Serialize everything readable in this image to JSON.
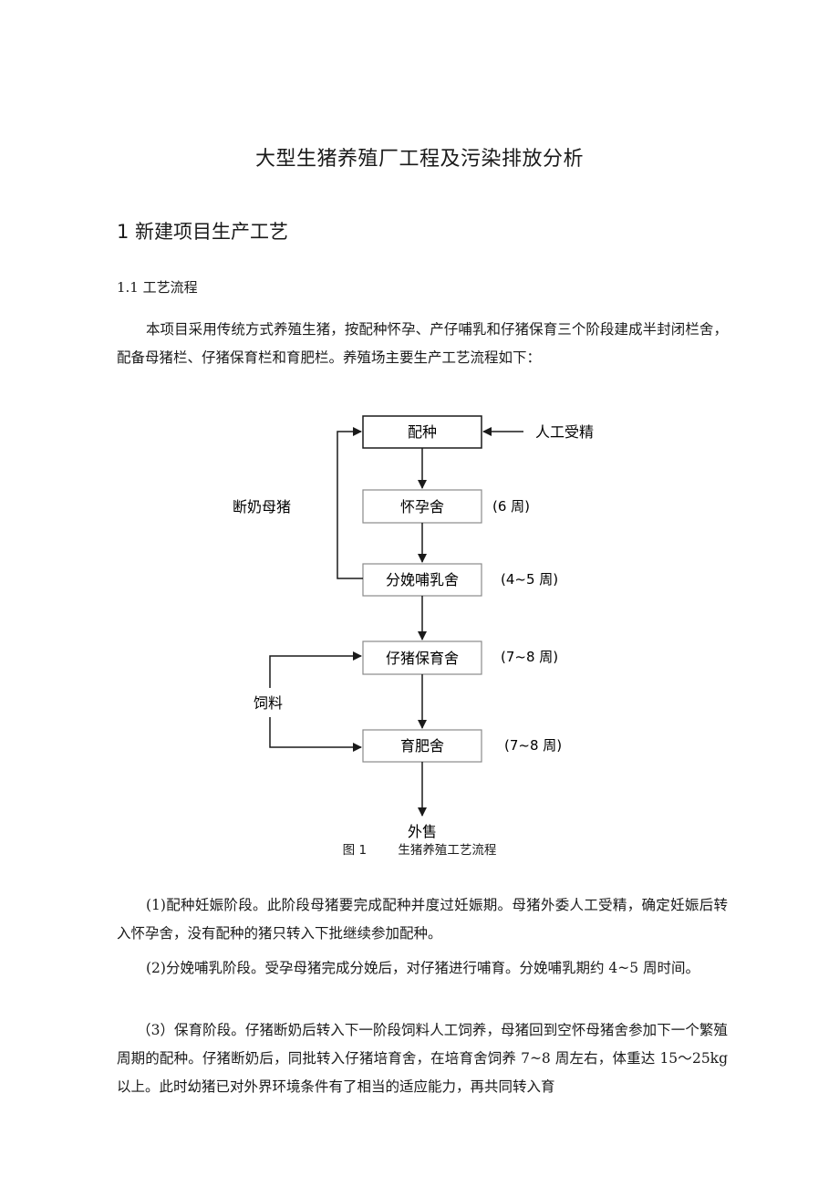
{
  "doc": {
    "title": "大型生猪养殖厂工程及污染排放分析",
    "h1": "1 新建项目生产工艺",
    "h2": "1.1 工艺流程",
    "intro": "本项目采用传统方式养殖生猪，按配种怀孕、产仔哺乳和仔猪保育三个阶段建成半封闭栏舍，配备母猪栏、仔猪保育栏和育肥栏。养殖场主要生产工艺流程如下：",
    "figure": {
      "boxes": [
        "配种",
        "怀孕舍",
        "分娩哺乳舍",
        "仔猪保育舍",
        "育肥舍"
      ],
      "durations": [
        "(6 周)",
        "(4~5 周)",
        "(7~8 周)",
        "(7~8 周)"
      ],
      "input_label": "人工受精",
      "loop_label": "断奶母猪",
      "feed_label": "饲料",
      "output_label": "外售",
      "caption_num": "图 1",
      "caption_text": "生猪养殖工艺流程"
    },
    "p1": "(1)配种妊娠阶段。此阶段母猪要完成配种并度过妊娠期。母猪外委人工受精，确定妊娠后转入怀孕舍，没有配种的猪只转入下批继续参加配种。",
    "p2": "(2)分娩哺乳阶段。受孕母猪完成分娩后，对仔猪进行哺育。分娩哺乳期约 4~5 周时间。",
    "p3": "（3）保育阶段。仔猪断奶后转入下一阶段饲料人工饲养，母猪回到空怀母猪舍参加下一个繁殖周期的配种。仔猪断奶后，同批转入仔猪培育舍，在培育舍饲养 7~8 周左右，体重达 15～25kg 以上。此时幼猪已对外界环境条件有了相当的适应能力，再共同转入育"
  }
}
